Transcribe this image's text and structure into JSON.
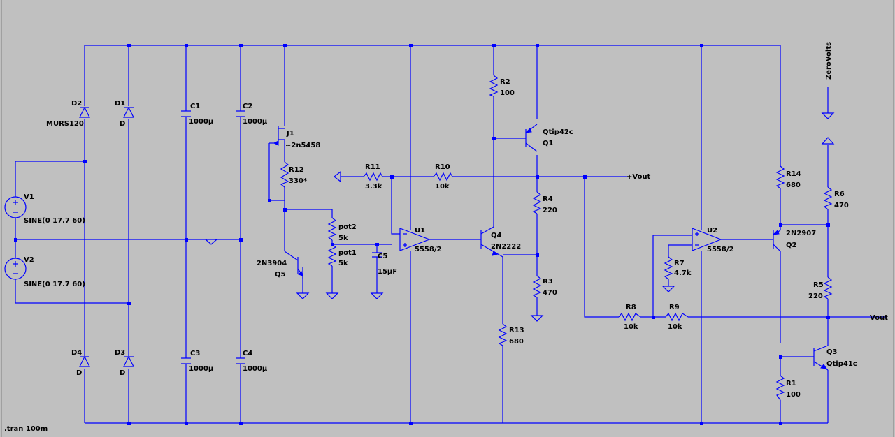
{
  "directive": ".tran 100m",
  "components": {
    "D1": {
      "ref": "D1",
      "value": "D"
    },
    "D2": {
      "ref": "D2",
      "value": "MURS120"
    },
    "D3": {
      "ref": "D3",
      "value": "D"
    },
    "D4": {
      "ref": "D4",
      "value": "D"
    },
    "V1": {
      "ref": "V1",
      "value": "SINE(0 17.7 60)"
    },
    "V2": {
      "ref": "V2",
      "value": "SINE(0 17.7 60)"
    },
    "C1": {
      "ref": "C1",
      "value": "1000µ"
    },
    "C2": {
      "ref": "C2",
      "value": "1000µ"
    },
    "C3": {
      "ref": "C3",
      "value": "1000µ"
    },
    "C4": {
      "ref": "C4",
      "value": "1000µ"
    },
    "C5": {
      "ref": "C5",
      "value": "15µF"
    },
    "J1": {
      "ref": "J1",
      "value": "~2n5458"
    },
    "R12": {
      "ref": "R12",
      "value": "330*"
    },
    "Q5": {
      "ref": "Q5",
      "value": "2N3904"
    },
    "pot1": {
      "ref": "pot1",
      "value": "5k"
    },
    "pot2": {
      "ref": "pot2",
      "value": "5k"
    },
    "R11": {
      "ref": "R11",
      "value": "3.3k"
    },
    "R10": {
      "ref": "R10",
      "value": "10k"
    },
    "U1": {
      "ref": "U1",
      "value": "5558/2"
    },
    "R2": {
      "ref": "R2",
      "value": "100"
    },
    "Q1": {
      "ref": "Q1",
      "value": "Qtip42c"
    },
    "Q4": {
      "ref": "Q4",
      "value": "2N2222"
    },
    "R4": {
      "ref": "R4",
      "value": "220"
    },
    "R3": {
      "ref": "R3",
      "value": "470"
    },
    "R13": {
      "ref": "R13",
      "value": "680"
    },
    "R8": {
      "ref": "R8",
      "value": "10k"
    },
    "R9": {
      "ref": "R9",
      "value": "10k"
    },
    "U2": {
      "ref": "U2",
      "value": "5558/2"
    },
    "R7": {
      "ref": "R7",
      "value": "4.7k"
    },
    "R14": {
      "ref": "R14",
      "value": "680"
    },
    "Q2": {
      "ref": "Q2",
      "value": "2N2907"
    },
    "R6": {
      "ref": "R6",
      "value": "470"
    },
    "R5": {
      "ref": "R5",
      "value": "220"
    },
    "Q3": {
      "ref": "Q3",
      "value": "Qtip41c"
    },
    "R1": {
      "ref": "R1",
      "value": "100"
    }
  },
  "net_labels": {
    "vout_plus": "+Vout",
    "vout": "Vout",
    "zerovolts": "ZeroVolts"
  },
  "colors": {
    "background": "#c0c0c0",
    "wire": "#0000ff",
    "label": "#000000"
  }
}
